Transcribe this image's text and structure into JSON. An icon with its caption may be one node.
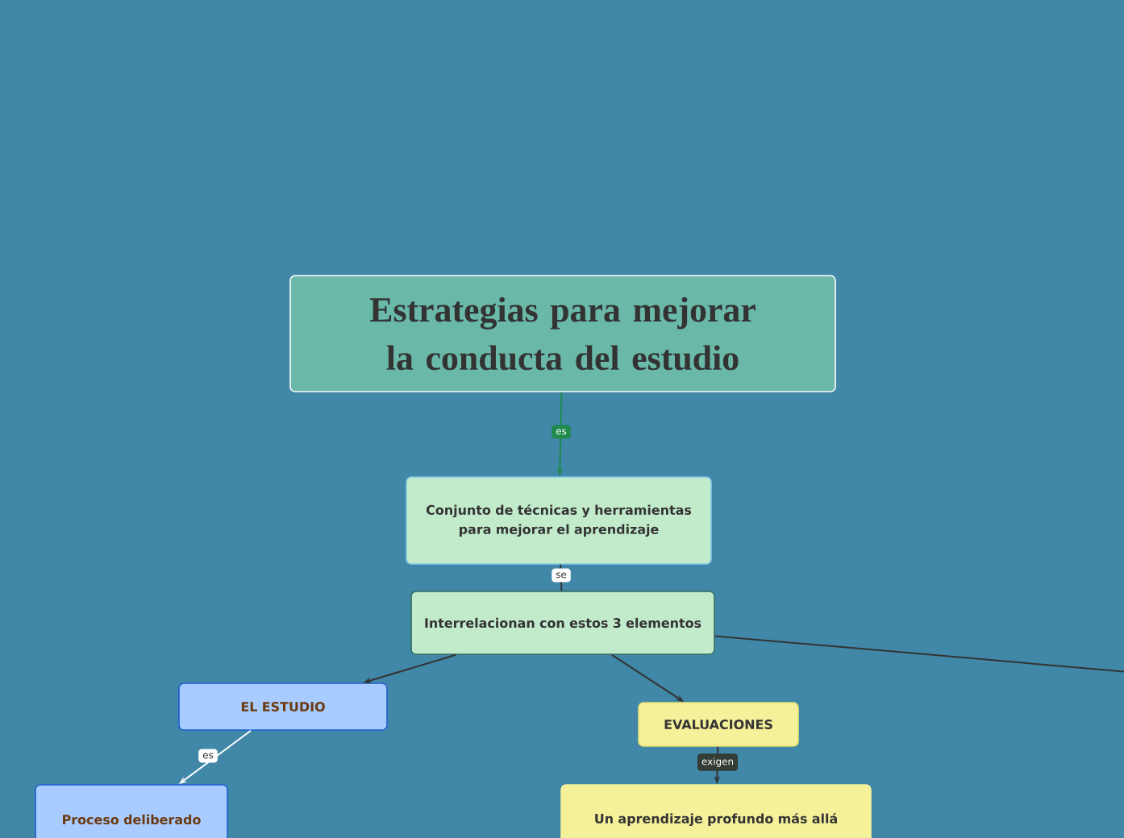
{
  "diagram": {
    "nodes": [
      {
        "text": [
          "Estrategias para mejorar la conducta del estudio"
        ]
      },
      {
        "text": [
          "Conjunto de técnicas y herramientas para mejorar el aprendizaje"
        ]
      },
      {
        "text": [
          "Interrelacionan con estos 3 elementos"
        ]
      },
      {
        "text": [
          "EL ESTUDIO"
        ]
      },
      {
        "text": [
          "EVALUACIONES"
        ]
      },
      {
        "text": [
          "Proceso deliberado"
        ]
      },
      {
        "text": [
          "Un aprendizaje profundo más allá"
        ]
      }
    ],
    "edges": [
      {
        "from": 0,
        "to": 1,
        "arrow": "to",
        "label": "es",
        "color": "#1e8a4c"
      },
      {
        "from": 1,
        "to": 2,
        "arrow": "none",
        "label": "se"
      },
      {
        "from": 2,
        "to": 3,
        "arrow": "to"
      },
      {
        "from": 2,
        "to": 4,
        "arrow": "to"
      },
      {
        "from": 2,
        "to": null,
        "arrow": "none"
      },
      {
        "from": 3,
        "to": 5,
        "arrow": "to",
        "label": "es",
        "color": "#ffffff"
      },
      {
        "from": 4,
        "to": 6,
        "arrow": "to",
        "label": "exigen"
      }
    ]
  }
}
